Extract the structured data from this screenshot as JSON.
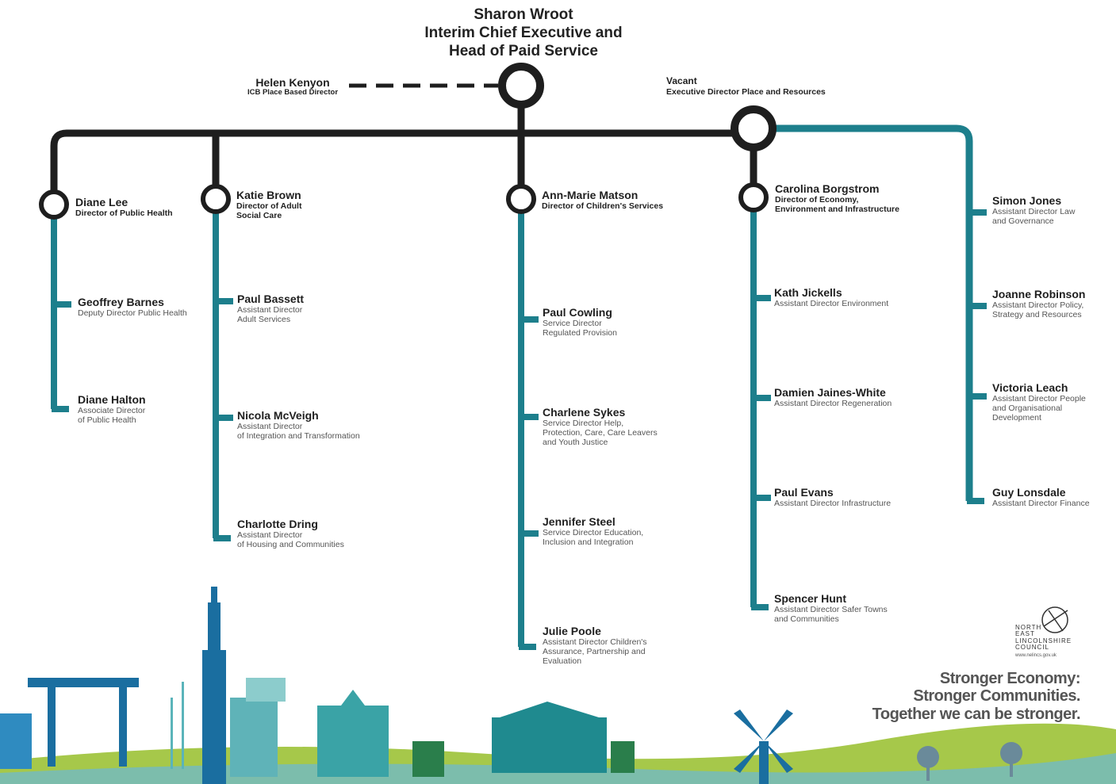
{
  "colors": {
    "dark_line": "#1e1e1e",
    "teal": "#1d7f8c",
    "node_fill": "#ffffff"
  },
  "ceo": {
    "name": "Sharon Wroot",
    "title_line1": "Interim Chief Executive and",
    "title_line2": "Head of Paid Service"
  },
  "icb": {
    "name": "Helen Kenyon",
    "role": "ICB Place Based Director"
  },
  "vacant": {
    "name": "Vacant",
    "role": "Executive Director Place and Resources"
  },
  "directors": [
    {
      "name": "Diane Lee",
      "role": "Director of Public Health"
    },
    {
      "name": "Katie Brown",
      "role": "Director of Adult\nSocial Care"
    },
    {
      "name": "Ann-Marie Matson",
      "role": "Director of Children's Services"
    },
    {
      "name": "Carolina Borgstrom",
      "role": "Director of Economy,\nEnvironment and Infrastructure"
    }
  ],
  "public_health": [
    {
      "name": "Geoffrey Barnes",
      "role": "Deputy Director Public Health"
    },
    {
      "name": "Diane Halton",
      "role": "Associate Director\nof Public Health"
    }
  ],
  "adult_care": [
    {
      "name": "Paul Bassett",
      "role": "Assistant Director\nAdult Services"
    },
    {
      "name": "Nicola McVeigh",
      "role": "Assistant Director\nof Integration and Transformation"
    },
    {
      "name": "Charlotte Dring",
      "role": "Assistant Director\nof Housing and Communities"
    }
  ],
  "childrens": [
    {
      "name": "Paul Cowling",
      "role": "Service Director\nRegulated Provision"
    },
    {
      "name": "Charlene Sykes",
      "role": "Service Director Help,\nProtection, Care, Care Leavers\nand Youth Justice"
    },
    {
      "name": "Jennifer Steel",
      "role": "Service Director Education,\nInclusion and Integration"
    },
    {
      "name": "Julie Poole",
      "role": "Assistant Director Children's\nAssurance, Partnership and\nEvaluation"
    }
  ],
  "economy": [
    {
      "name": "Kath Jickells",
      "role": "Assistant Director Environment"
    },
    {
      "name": "Damien Jaines-White",
      "role": "Assistant Director Regeneration"
    },
    {
      "name": "Paul Evans",
      "role": "Assistant Director Infrastructure"
    },
    {
      "name": "Spencer Hunt",
      "role": "Assistant Director Safer Towns\nand Communities"
    }
  ],
  "resources": [
    {
      "name": "Simon Jones",
      "role": "Assistant Director Law\nand Governance"
    },
    {
      "name": "Joanne Robinson",
      "role": "Assistant Director Policy,\nStrategy and Resources"
    },
    {
      "name": "Victoria Leach",
      "role": "Assistant Director People\nand Organisational\nDevelopment"
    },
    {
      "name": "Guy Lonsdale",
      "role": "Assistant Director Finance"
    }
  ],
  "council": {
    "name": "NORTH\nEAST\nLINCOLNSHIRE\nCOUNCIL",
    "web": "www.nelincs.gov.uk"
  },
  "tagline": {
    "line1": "Stronger Economy:",
    "line2": "Stronger Communities.",
    "line3": "Together we can be stronger."
  }
}
